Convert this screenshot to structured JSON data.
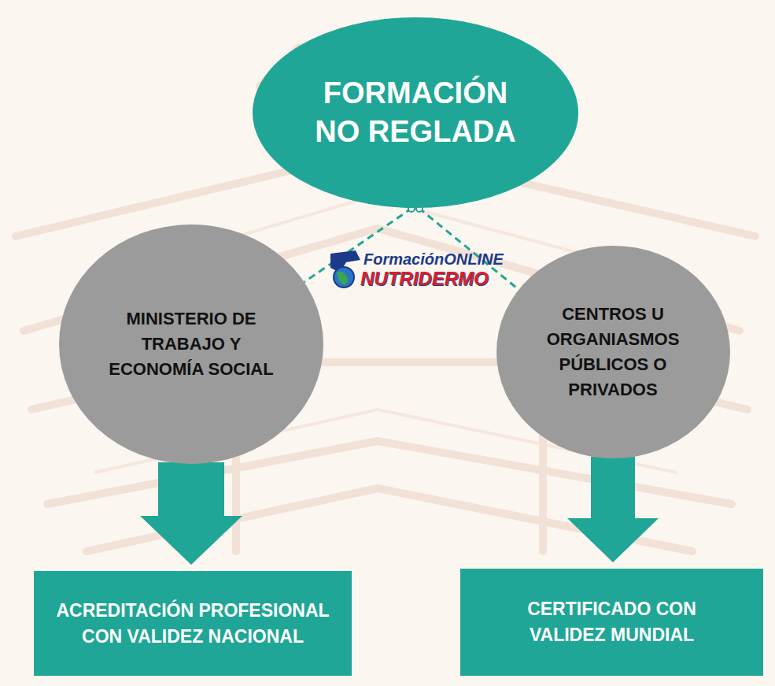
{
  "diagram": {
    "nodes": [
      {
        "text": [
          "FORMACIÓN NO REGLADA"
        ]
      },
      {
        "text": [
          "MINISTERIO DE TRABAJO Y ECONOMÍA SOCIAL"
        ]
      },
      {
        "text": [
          "CENTROS U ORGANIASMOS PÚBLICOS O PRIVADOS"
        ]
      },
      {
        "text": [
          "ACREDITACIÓN PROFESIONAL CON VALIDEZ NACIONAL"
        ]
      },
      {
        "text": [
          "CERTIFICADO CON VALIDEZ MUNDIAL"
        ]
      }
    ],
    "edges": [
      {
        "from": 0,
        "to": 1,
        "arrow": "none"
      },
      {
        "from": 0,
        "to": 2,
        "arrow": "none"
      },
      {
        "from": 1,
        "to": 3,
        "arrow": "to"
      },
      {
        "from": 2,
        "to": 4,
        "arrow": "to"
      }
    ],
    "labels": [
      "FormaciónONLINE",
      "NUTRIDERMO"
    ]
  }
}
